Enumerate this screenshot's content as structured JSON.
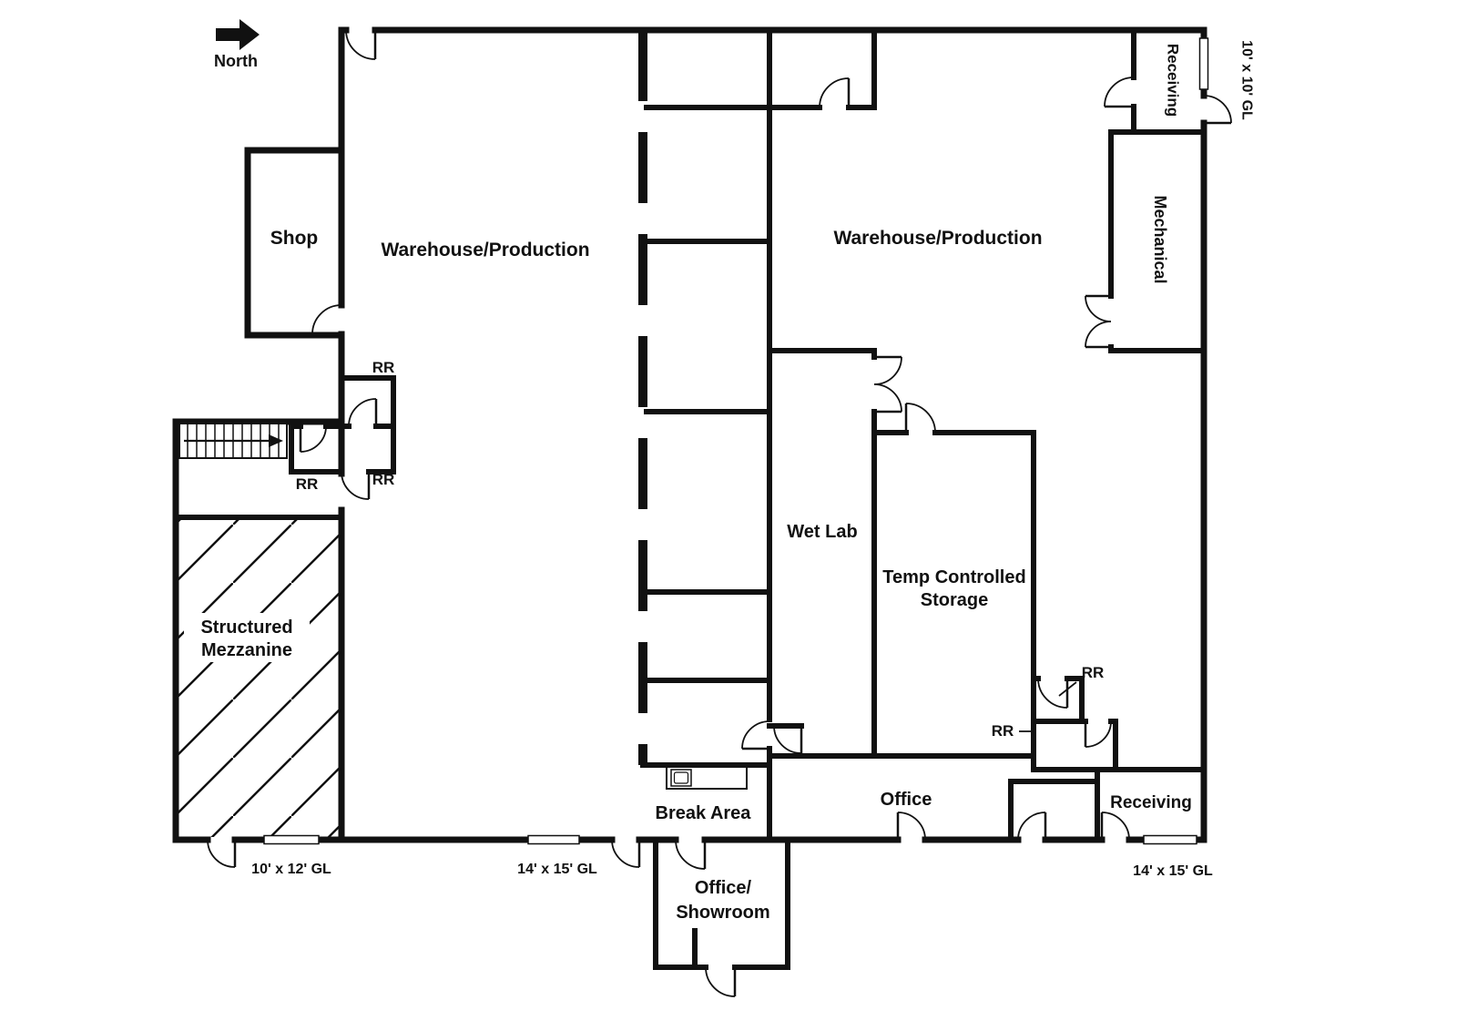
{
  "plan": {
    "compass_label": "North",
    "rooms": {
      "shop": "Shop",
      "warehouse_left": "Warehouse/Production",
      "warehouse_right": "Warehouse/Production",
      "receiving_top": "Receiving",
      "mechanical": "Mechanical",
      "wet_lab": "Wet Lab",
      "temp_storage": [
        "Temp Controlled",
        "Storage"
      ],
      "mezzanine": [
        "Structured",
        "Mezzanine"
      ],
      "break_area": "Break Area",
      "office": "Office",
      "receiving_bottom": "Receiving",
      "office_showroom": [
        "Office/",
        "Showroom"
      ]
    },
    "restrooms": [
      "RR",
      "RR",
      "RR",
      "RR",
      "RR"
    ],
    "grade_level_doors": {
      "top_right": "10' x 10' GL",
      "bottom_left": "10' x 12' GL",
      "bottom_center": "14' x 15' GL",
      "bottom_right": "14' x 15' GL"
    },
    "colors": {
      "wall": "#111111",
      "background": "#ffffff"
    }
  }
}
